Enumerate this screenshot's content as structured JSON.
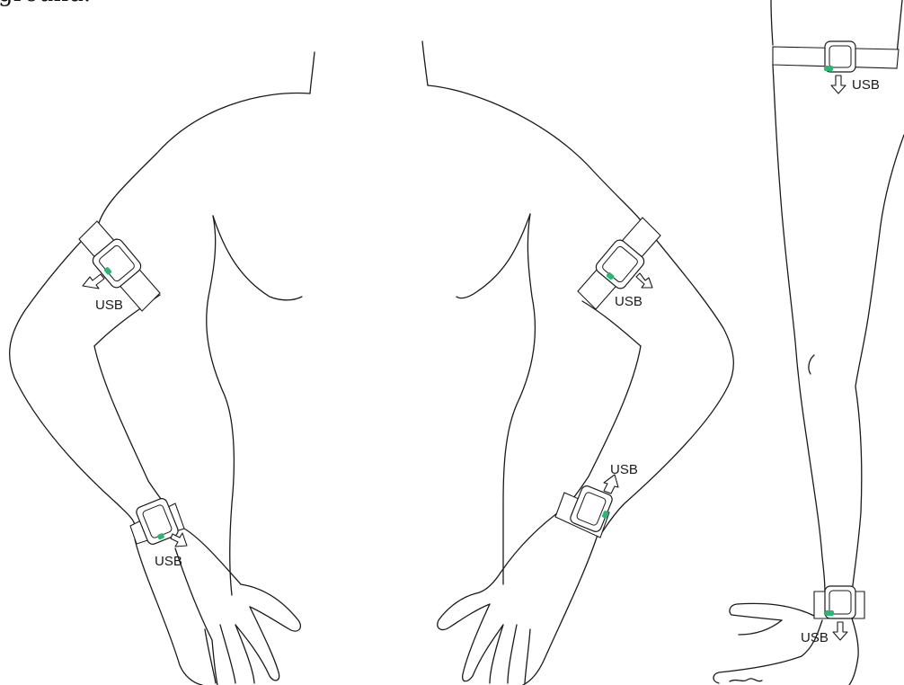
{
  "caption": "ground.",
  "usb_label": "USB",
  "colors": {
    "outline": "#1a1a1a",
    "usb_port": "#2bb673",
    "background": "#ffffff"
  },
  "sensors": [
    {
      "id": "left-upper-arm",
      "label": "USB"
    },
    {
      "id": "left-wrist",
      "label": "USB"
    },
    {
      "id": "right-upper-arm",
      "label": "USB"
    },
    {
      "id": "right-wrist",
      "label": "USB"
    },
    {
      "id": "thigh",
      "label": "USB"
    },
    {
      "id": "ankle",
      "label": "USB"
    }
  ]
}
